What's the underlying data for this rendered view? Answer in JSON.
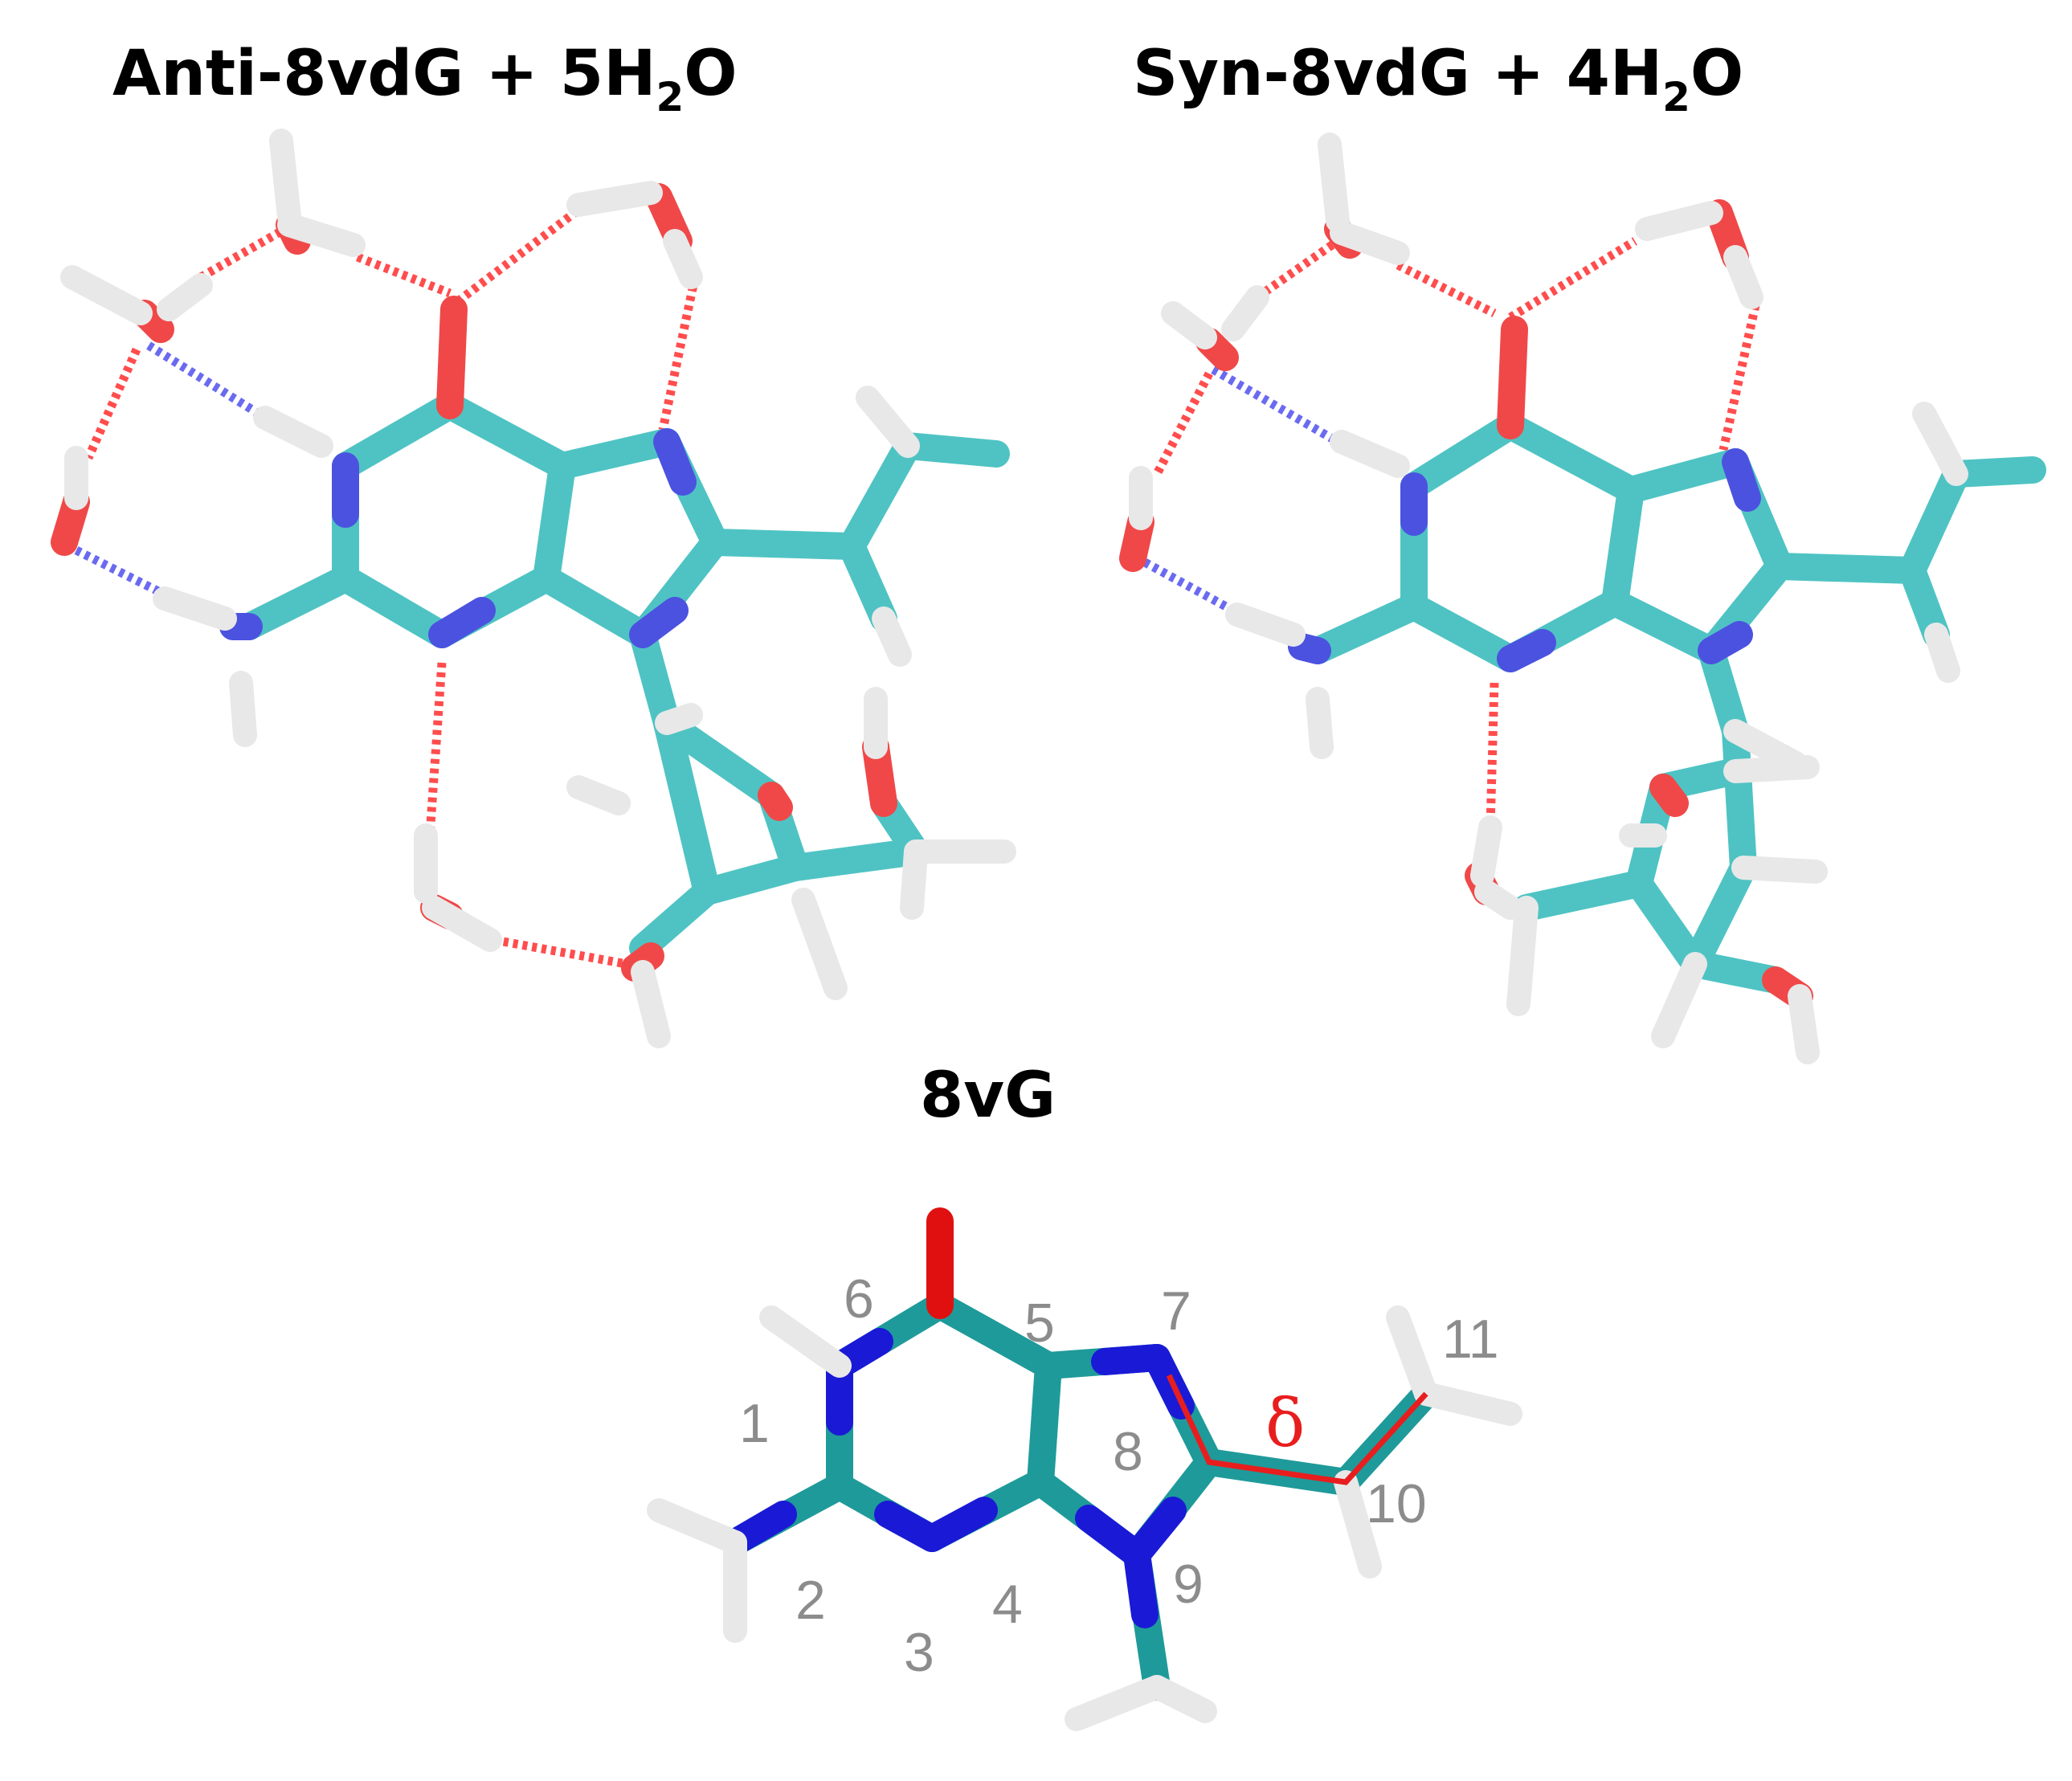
{
  "panels": {
    "anti": {
      "title_main": "Anti-8vdG + 5H",
      "title_sub": "2",
      "title_end": "O"
    },
    "syn": {
      "title_main": "Syn-8vdG + 4H",
      "title_sub": "2",
      "title_end": "O"
    },
    "base": {
      "title": "8vG"
    }
  },
  "atom_labels": {
    "n1": "1",
    "n2": "2",
    "n3": "3",
    "n4": "4",
    "n5": "5",
    "n6": "6",
    "n7": "7",
    "n8": "8",
    "n9": "9",
    "n10": "10",
    "n11": "11"
  },
  "dihedral_label": "δ",
  "colors": {
    "carbon_cyan": "#4fc3c3",
    "carbon_teal": "#1f9a9a",
    "nitrogen": "#4b52e0",
    "nitrogen_dark": "#1a1ad6",
    "oxygen": "#f04848",
    "oxygen_dark": "#e01010",
    "hydrogen": "#e8e8e8",
    "hbond_red": "#ff4d4d",
    "hbond_blue": "#6a6af0",
    "delta_red": "#e81e1e"
  }
}
